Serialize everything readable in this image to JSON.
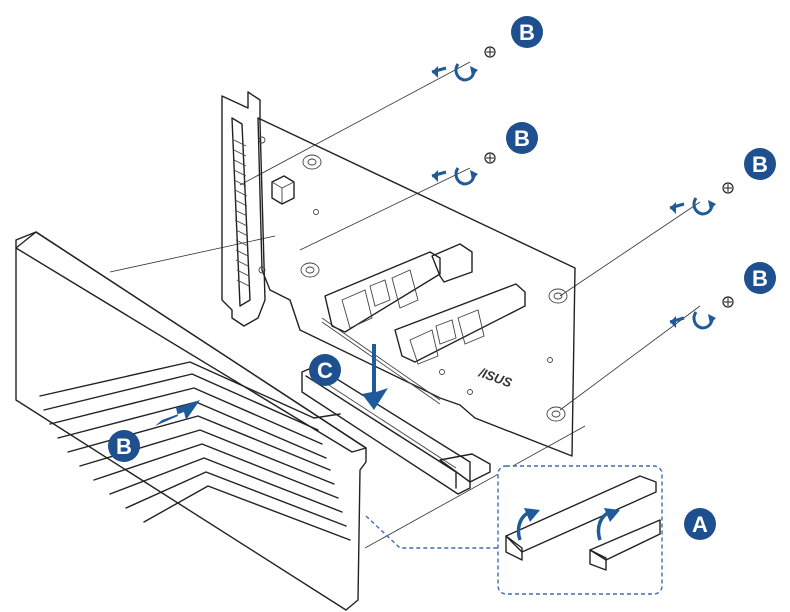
{
  "callouts": {
    "a": "A",
    "b": "B",
    "c": "C"
  },
  "logo_text": "/ISUS",
  "colors": {
    "callout_fill": "#1e4f8f",
    "arrow_blue": "#1f5a9a",
    "dashed_box": "#3d6cb5",
    "board_fill": "#f4f4f4",
    "chip_gray": "#9a9a9a"
  },
  "icons": [
    "screw-icon",
    "rotate-arrow-icon",
    "push-arrow-icon",
    "peel-arrow-icon"
  ]
}
